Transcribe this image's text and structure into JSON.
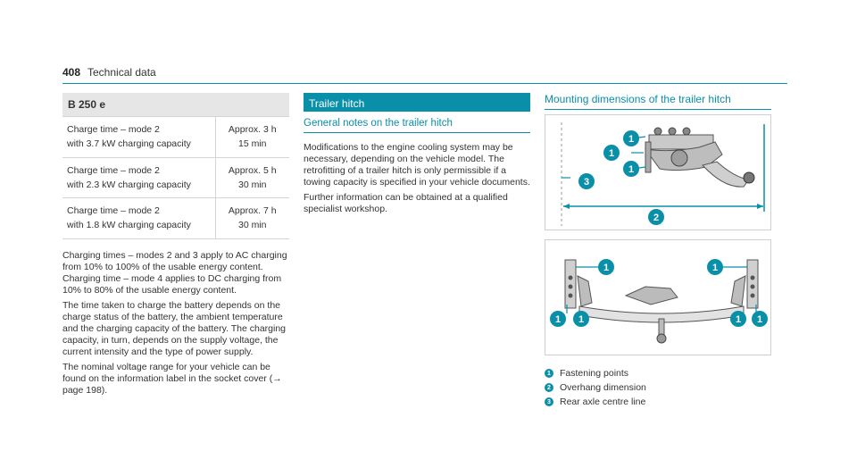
{
  "header": {
    "page_number": "408",
    "section": "Technical data"
  },
  "charge_table": {
    "title": "B 250 e",
    "rows": [
      {
        "line1": "Charge time – mode 2",
        "line2": "with 3.7 kW charging capacity",
        "value1": "Approx. 3 h",
        "value2": "15 min"
      },
      {
        "line1": "Charge time – mode 2",
        "line2": "with 2.3 kW charging capacity",
        "value1": "Approx. 5 h",
        "value2": "30 min"
      },
      {
        "line1": "Charge time – mode 2",
        "line2": "with 1.8 kW charging capacity",
        "value1": "Approx. 7 h",
        "value2": "30 min"
      }
    ]
  },
  "col1_notes": [
    "Charging times – modes 2 and 3 apply to AC charging from 10% to 100% of the usable energy content. Charging time – mode 4 applies to DC charging from 10% to 80% of the usable energy content.",
    "The time taken to charge the battery depends on the charge status of the battery, the ambient temperature and the charging capacity of the battery. The charging capacity, in turn, depends on the supply voltage, the current intensity and the type of power supply.",
    "The nominal voltage range for your vehicle can be found on the information label in the socket cover (→ page 198)."
  ],
  "trailer": {
    "title": "Trailer hitch",
    "subtitle": "General notes on the trailer hitch",
    "paragraphs": [
      "Modifications to the engine cooling system may be necessary, depending on the vehicle model. The retrofitting of a trailer hitch is only permissible if a towing capacity is specified in your vehicle documents.",
      "Further information can be obtained at a qualified specialist workshop."
    ]
  },
  "mounting": {
    "title": "Mounting dimensions of the trailer hitch",
    "legend": [
      {
        "num": "1",
        "label": "Fastening points"
      },
      {
        "num": "2",
        "label": "Overhang dimension"
      },
      {
        "num": "3",
        "label": "Rear axle centre line"
      }
    ]
  },
  "colors": {
    "accent": "#0a8fa8",
    "table_header_bg": "#e6e6e6"
  }
}
